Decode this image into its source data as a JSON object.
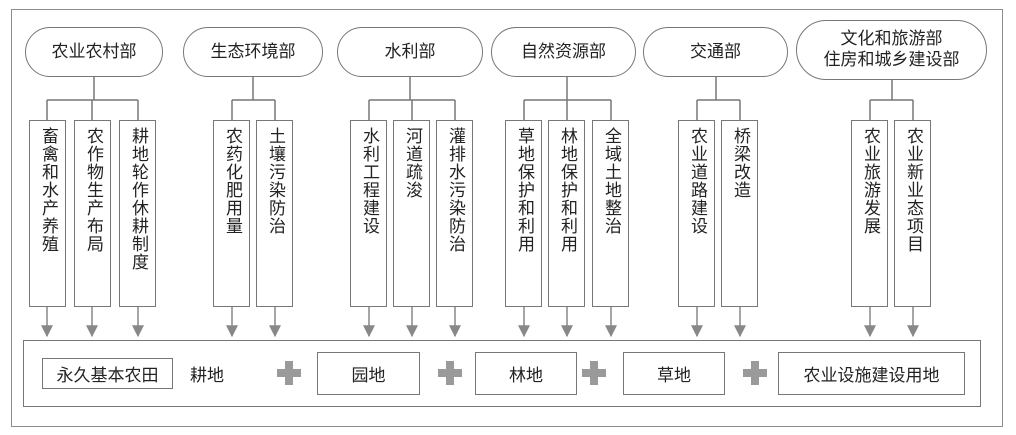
{
  "departments": [
    {
      "label": "农业农村部",
      "sub": [
        "畜禽和水产养殖",
        "农作物生产布局",
        "耕地轮作休耕制度"
      ]
    },
    {
      "label": "生态环境部",
      "sub": [
        "农药化肥用量",
        "土壤污染防治"
      ]
    },
    {
      "label": "水利部",
      "sub": [
        "水利工程建设",
        "河道疏浚",
        "灌排水污染防治"
      ]
    },
    {
      "label": "自然资源部",
      "sub": [
        "草地保护和利用",
        "林地保护和利用",
        "全域土地整治"
      ]
    },
    {
      "label": "交通部",
      "sub": [
        "农业道路建设",
        "桥梁改造"
      ]
    },
    {
      "label_line1": "文化和旅游部",
      "label_line2": "住房和城乡建设部",
      "sub": [
        "农业旅游发展",
        "农业新业态项目"
      ]
    }
  ],
  "land_types": {
    "permanent_farmland": "永久基本农田",
    "cultivated": "耕地",
    "garden": "园地",
    "forest": "林地",
    "grassland": "草地",
    "facility": "农业设施建设用地"
  },
  "colors": {
    "line": "#777777",
    "arrow": "#888888",
    "plus": "#9a9a9a",
    "frame": "#8c8c8c"
  }
}
